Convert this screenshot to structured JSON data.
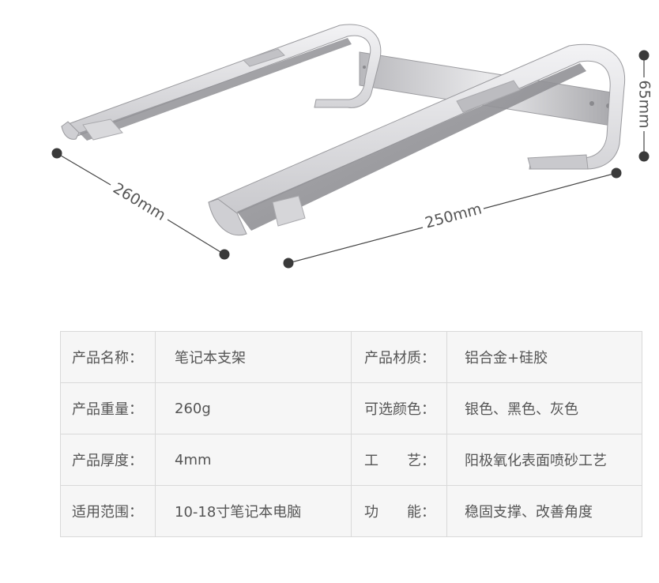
{
  "dimensions": {
    "depth": "260mm",
    "width": "250mm",
    "height": "65mm"
  },
  "specs": [
    {
      "label1": "产品名称：",
      "value1": "笔记本支架",
      "label2": "产品材质：",
      "value2": "铝合金+硅胶"
    },
    {
      "label1": "产品重量：",
      "value1": "260g",
      "label2": "可选颜色：",
      "value2": "银色、黑色、灰色"
    },
    {
      "label1": "产品厚度：",
      "value1": "4mm",
      "label2": "工　　艺：",
      "value2": "阳极氧化表面喷砂工艺"
    },
    {
      "label1": "适用范围：",
      "value1": "10-18寸笔记本电脑",
      "label2": "功　　能：",
      "value2": "稳固支撑、改善角度"
    }
  ],
  "colors": {
    "metal_light": "#e6e6e8",
    "metal_dark": "#9a9a9e",
    "dimension_line": "#444444",
    "table_border": "#d9d9d9",
    "table_bg": "#f6f6f6"
  }
}
